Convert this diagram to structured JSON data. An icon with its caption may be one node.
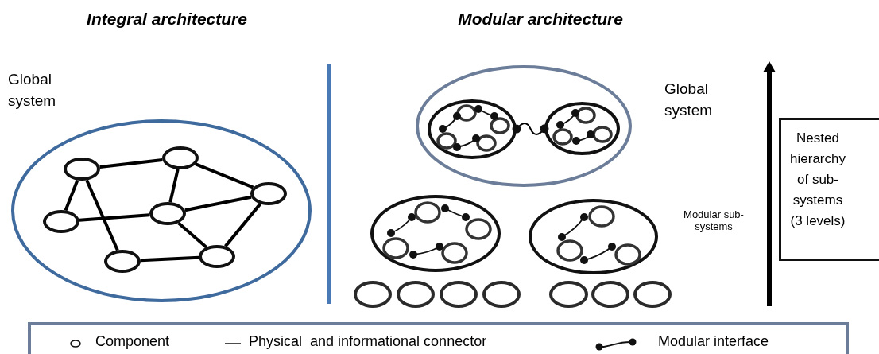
{
  "diagram": {
    "nodes": [
      {
        "text": [
          "Global system"
        ]
      },
      {
        "text": [],
        "shape": "ellipse",
        "in": 0
      },
      {
        "text": [],
        "shape": "ellipse",
        "in": 0
      },
      {
        "text": [],
        "shape": "ellipse",
        "in": 0
      },
      {
        "text": [],
        "shape": "ellipse",
        "in": 0
      },
      {
        "text": [],
        "shape": "ellipse",
        "in": 0
      },
      {
        "text": [],
        "shape": "ellipse",
        "in": 0
      },
      {
        "text": [],
        "shape": "ellipse",
        "in": 0
      },
      {
        "text": [
          "Global system"
        ]
      },
      {
        "text": [],
        "shape": "ellipse",
        "in": 8
      },
      {
        "text": [],
        "shape": "ellipse",
        "in": 8
      },
      {
        "text": [],
        "shape": "ellipse"
      },
      {
        "text": [],
        "shape": "ellipse"
      },
      {
        "text": [],
        "shape": "ellipse"
      },
      {
        "text": [],
        "shape": "ellipse"
      },
      {
        "text": [],
        "shape": "ellipse"
      },
      {
        "text": [],
        "shape": "ellipse"
      },
      {
        "text": [],
        "shape": "ellipse"
      },
      {
        "text": [],
        "shape": "ellipse"
      },
      {
        "text": [],
        "shape": "ellipse"
      },
      {
        "text": [
          "Nested hierarchy of sub-systems (3 levels)"
        ]
      }
    ],
    "edges": [
      {
        "from": 1,
        "to": 2,
        "arrow": "none"
      },
      {
        "from": 2,
        "to": 3,
        "arrow": "none"
      },
      {
        "from": 2,
        "to": 5,
        "arrow": "none"
      },
      {
        "from": 1,
        "to": 4,
        "arrow": "none"
      },
      {
        "from": 1,
        "to": 6,
        "arrow": "none"
      },
      {
        "from": 4,
        "to": 5,
        "arrow": "none"
      },
      {
        "from": 5,
        "to": 3,
        "arrow": "none"
      },
      {
        "from": 5,
        "to": 7,
        "arrow": "none"
      },
      {
        "from": 3,
        "to": 7,
        "arrow": "none"
      },
      {
        "from": 6,
        "to": 7,
        "arrow": "none"
      },
      {
        "from": 9,
        "to": 10,
        "arrow": "other"
      }
    ],
    "labels": [
      "Integral architecture",
      "Modular architecture",
      "Modular sub-systems"
    ],
    "legend": [
      {
        "text": "Component"
      },
      {
        "text": "Physical  and informational connector"
      },
      {
        "text": "Modular interface"
      }
    ]
  }
}
